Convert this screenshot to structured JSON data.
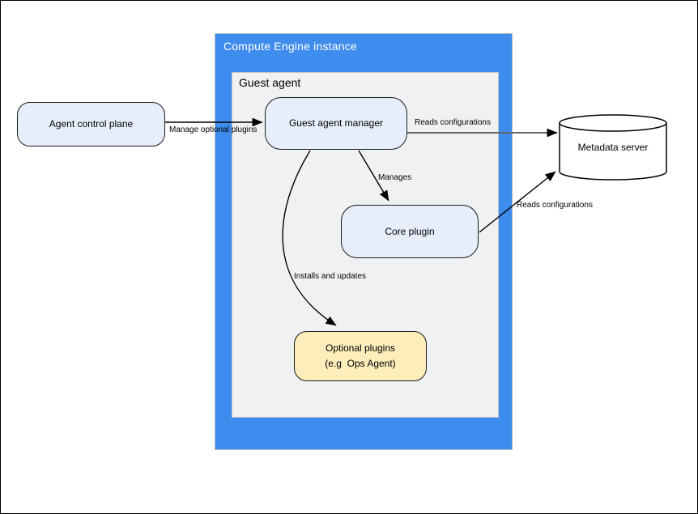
{
  "diagram": {
    "containers": {
      "compute_engine": {
        "title": "Compute Engine instance"
      },
      "guest_agent": {
        "title": "Guest agent"
      }
    },
    "nodes": {
      "agent_control_plane": {
        "label": "Agent control plane"
      },
      "guest_agent_manager": {
        "label": "Guest agent manager"
      },
      "core_plugin": {
        "label": "Core plugin"
      },
      "optional_plugins": {
        "label_line1": "Optional plugins",
        "label_line2": "(e.g  Ops Agent)"
      },
      "metadata_server": {
        "label": "Metadata server",
        "shape": "cylinder"
      }
    },
    "edges": {
      "manage_optional_plugins": {
        "label": "Manage optional plugins",
        "from": "agent_control_plane",
        "to": "guest_agent_manager"
      },
      "reads_configurations_manager": {
        "label": "Reads configurations",
        "from": "guest_agent_manager",
        "to": "metadata_server"
      },
      "manages": {
        "label": "Manages",
        "from": "guest_agent_manager",
        "to": "core_plugin"
      },
      "installs_and_updates": {
        "label": "Installs and updates",
        "from": "guest_agent_manager",
        "to": "optional_plugins"
      },
      "reads_configurations_core": {
        "label": "Reads configurations",
        "from": "core_plugin",
        "to": "metadata_server"
      }
    },
    "colors": {
      "container_blue": "#3e8cee",
      "inner_gray": "#f0f1f3",
      "node_blue_fill": "#e7eefb",
      "node_yellow_fill": "#fcedbb",
      "node_stroke": "#1a1a1a",
      "edge_black": "#000000",
      "edge_gray": "#666666",
      "cylinder_fill": "#ffffff",
      "title_text_white": "#ffffff",
      "text_black": "#000000"
    }
  }
}
